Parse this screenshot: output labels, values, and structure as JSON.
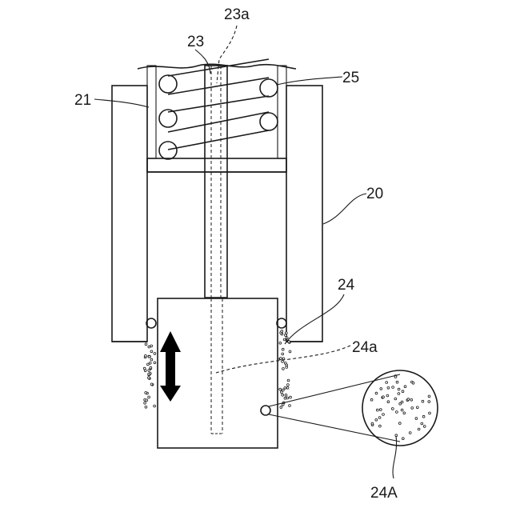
{
  "labels": {
    "l23a": "23a",
    "l23": "23",
    "l25": "25",
    "l21": "21",
    "l20": "20",
    "l24": "24",
    "l24a": "24a",
    "l24A": "24A"
  }
}
